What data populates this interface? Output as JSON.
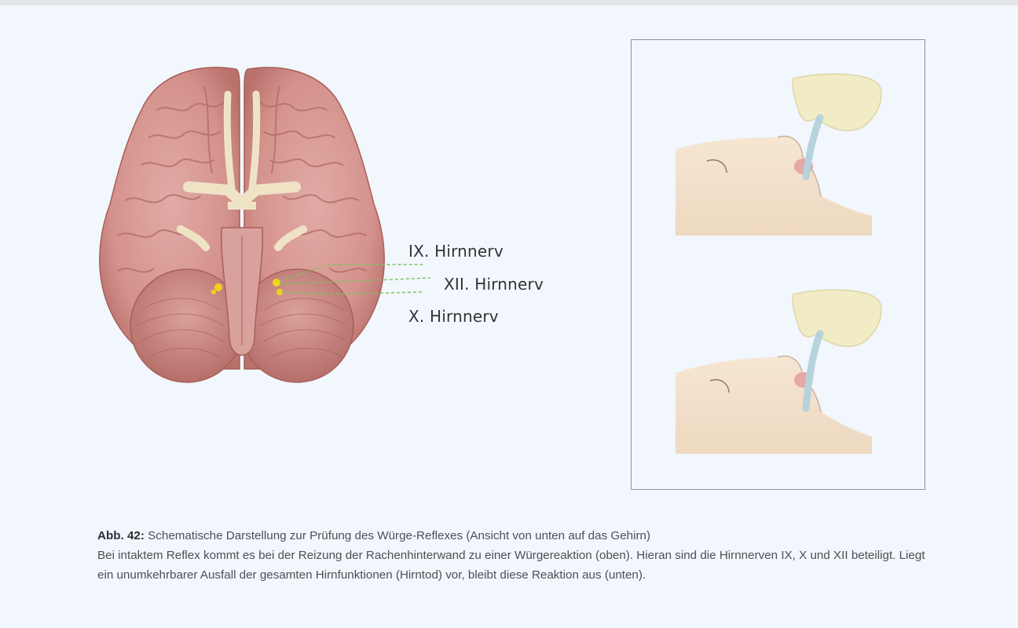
{
  "figure": {
    "labels": {
      "ix": "IX. Hirnnerv",
      "xii": "XII. Hirnnerv",
      "x": "X. Hirnnerv"
    },
    "colors": {
      "brain": "#d99a95",
      "brain_shade": "#b9716c",
      "nerve": "#efe3c6",
      "leader_line": "#7cc466",
      "nerve_highlight": "#f3d319",
      "skin": "#f3e1cc",
      "glove": "#f1ecc6",
      "tube": "#b6d3dd",
      "panel_bg": "#f1f7fc"
    }
  },
  "caption": {
    "label": "Abb. 42:",
    "title": "Schematische Darstellung zur Prüfung des Würge-Reflexes (Ansicht von unten auf das Gehirn)",
    "body": "Bei intaktem Reflex kommt es bei der Reizung der Rachenhinterwand zu einer Würgereaktion (oben). Hieran sind die Hirnnerven IX, X und XII beteiligt. Liegt ein unumkehrbarer Ausfall der gesamten Hirnfunktionen (Hirntod) vor, bleibt diese Reaktion aus (unten)."
  }
}
